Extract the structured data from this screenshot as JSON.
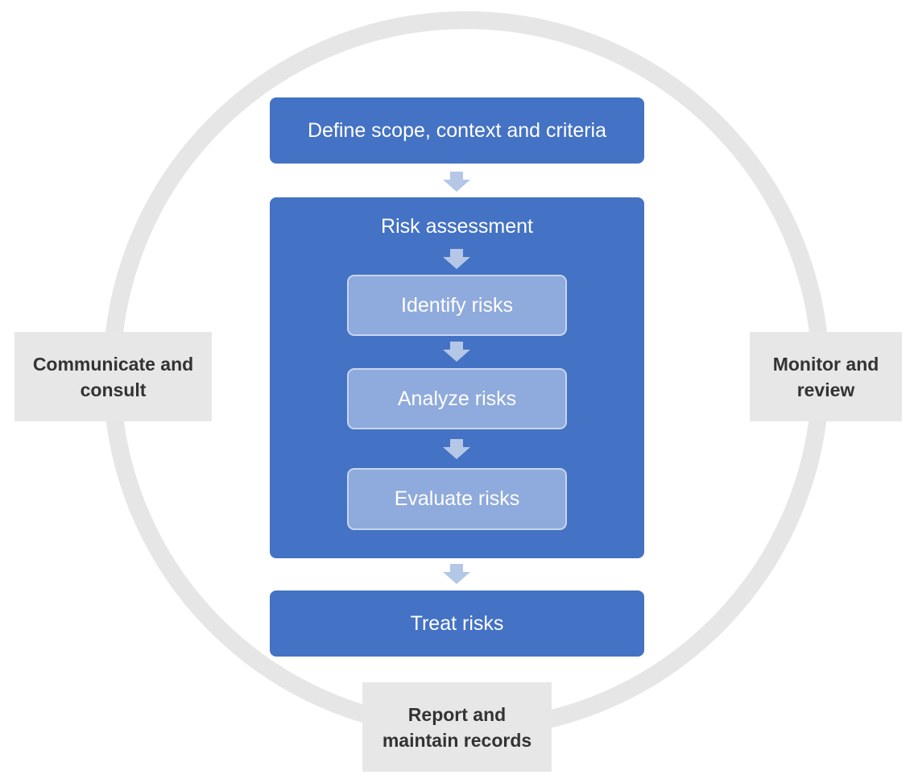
{
  "process_steps": {
    "define": "Define scope, context and criteria",
    "assessment_title": "Risk assessment",
    "identify": "Identify risks",
    "analyze": "Analyze risks",
    "evaluate": "Evaluate risks",
    "treat": "Treat risks"
  },
  "cycle_labels": {
    "communicate": "Communicate and\nconsult",
    "monitor": "Monitor and\nreview",
    "report": "Report and\nmaintain records"
  },
  "colors": {
    "primary_blue": "#4472c4",
    "light_blue": "#8faadc",
    "arrow_blue": "#b4c7e7",
    "ring_gray": "#e6e6e6",
    "label_box_gray": "#e7e7e7"
  }
}
